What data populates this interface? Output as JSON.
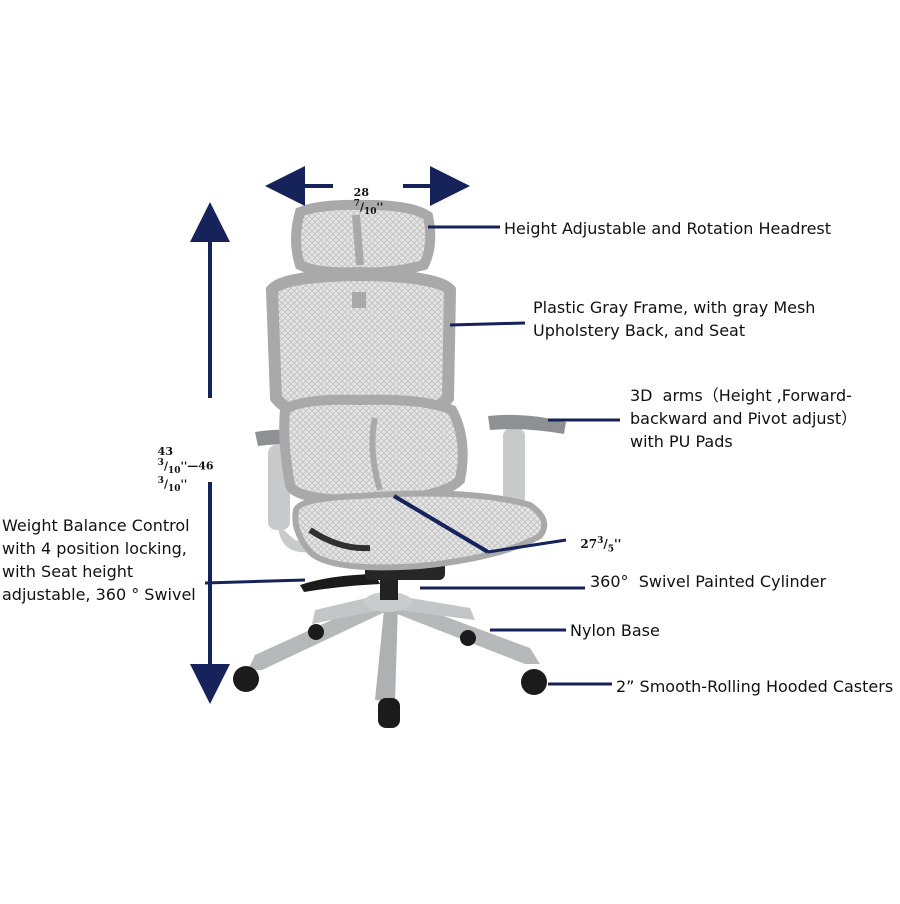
{
  "dimensions": {
    "width": {
      "whole": "28",
      "num": "7",
      "den": "10",
      "mark": "''"
    },
    "height_min": {
      "whole": "43",
      "num": "3",
      "den": "10",
      "mark": "''"
    },
    "height_sep": "—",
    "height_max": {
      "whole": "46",
      "num": "3",
      "den": "10",
      "mark": "''"
    },
    "seat_depth": {
      "whole": "27",
      "num": "3",
      "den": "5",
      "mark": "''"
    }
  },
  "callouts": {
    "headrest": "Height Adjustable and Rotation Headrest",
    "frame_line1": "Plastic Gray Frame, with gray Mesh",
    "frame_line2": "Upholstery Back, and Seat",
    "arms_line1": "3D  arms（Height ,Forward-",
    "arms_line2": "backward and Pivot adjust）",
    "arms_line3": "with PU Pads",
    "balance_line1": "Weight Balance Control",
    "balance_line2": "with 4 position locking,",
    "balance_line3": "with Seat height",
    "balance_line4": "adjustable, 360 ° Swivel",
    "cylinder": "360°  Swivel Painted Cylinder",
    "base": "Nylon Base",
    "casters": "2” Smooth-Rolling Hooded Casters"
  },
  "colors": {
    "annotation_navy": "#16225a",
    "frame_gray": "#a9a9a9",
    "mesh_gray": "#d2d2d2",
    "base_gray": "#bdbfc1",
    "black_parts": "#1b1b1b"
  }
}
